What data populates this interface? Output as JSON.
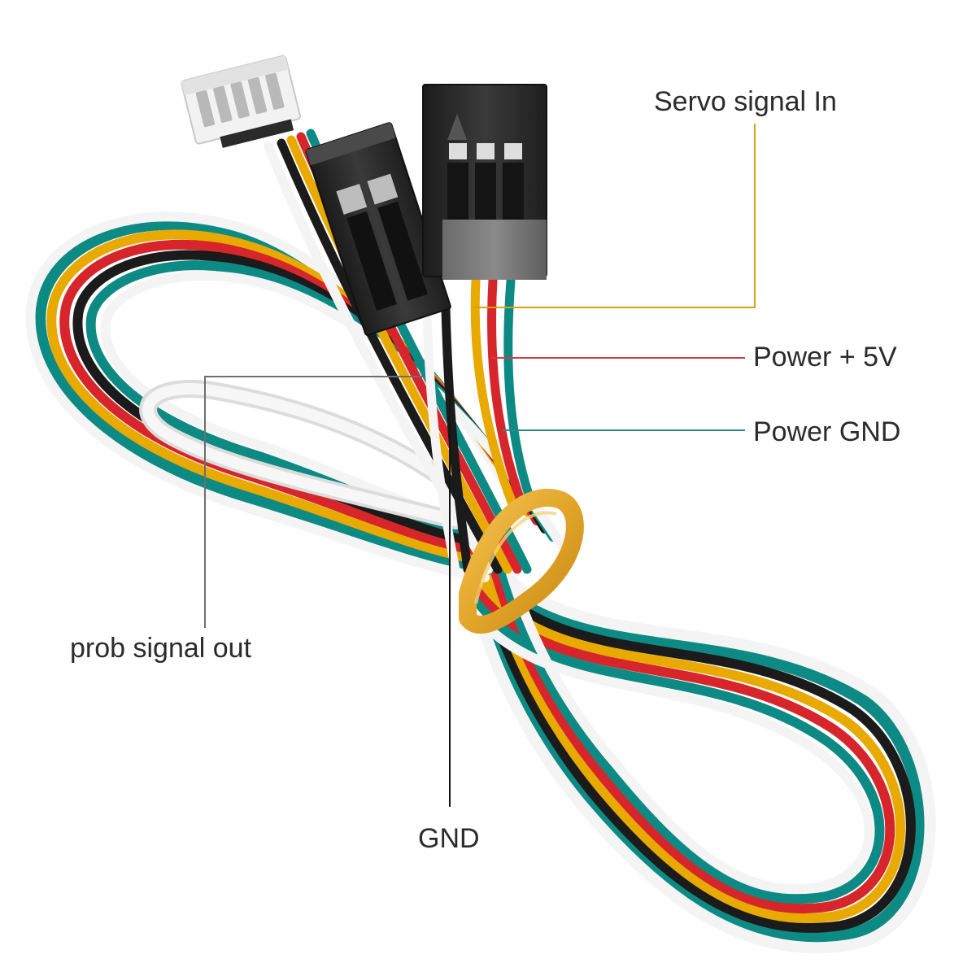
{
  "labels": {
    "servo_signal_in": "Servo signal In",
    "power_5v": "Power + 5V",
    "power_gnd": "Power GND",
    "probe_signal_out": "prob signal out",
    "gnd": "GND"
  },
  "colors": {
    "wire_white": "#f4f4f4",
    "wire_black": "#1b1b1b",
    "wire_yellow": "#e8a900",
    "wire_red": "#d7262b",
    "wire_teal": "#0e8a84",
    "leader_yellow": "#d8a21c",
    "leader_red": "#cf3b42",
    "leader_teal": "#2b8c8a",
    "leader_gray": "#6e6e6e",
    "leader_black": "#141414",
    "cable_tie": "#e8b22e",
    "connector_housing": "#2a2a2a",
    "jst_housing": "#f2f2f2"
  }
}
